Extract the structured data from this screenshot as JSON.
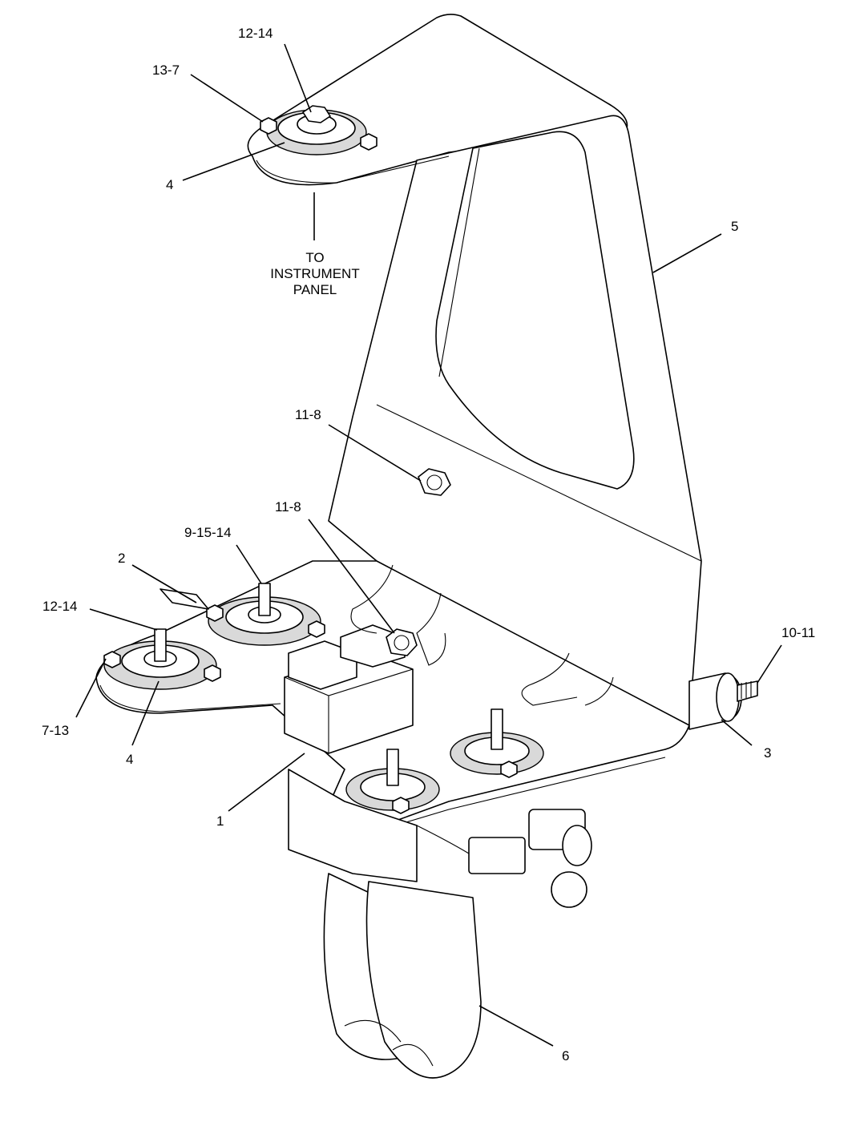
{
  "callouts": {
    "c12_14_top": "12-14",
    "c13_7": "13-7",
    "c4_top": "4",
    "note_line1": "TO",
    "note_line2": "INSTRUMENT",
    "note_line3": "PANEL",
    "c5": "5",
    "c11_8_upper": "11-8",
    "c11_8_lower": "11-8",
    "c9_15_14": "9-15-14",
    "c2": "2",
    "c12_14_left": "12-14",
    "c7_13": "7-13",
    "c4_bottom": "4",
    "c1": "1",
    "c10_11": "10-11",
    "c3": "3",
    "c6": "6"
  }
}
